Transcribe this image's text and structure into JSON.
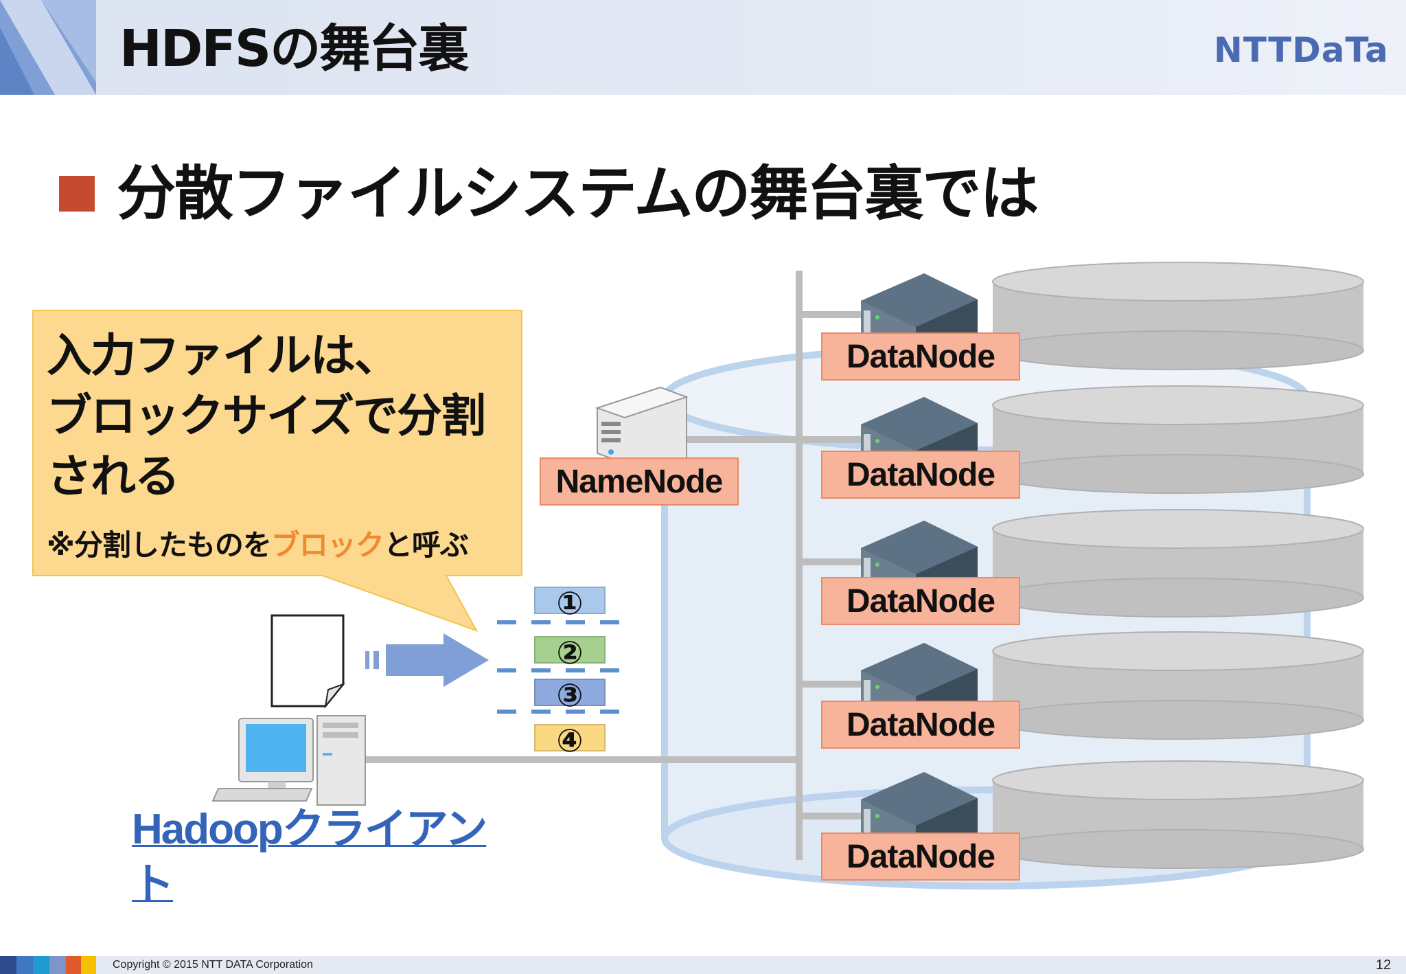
{
  "header": {
    "title": "HDFSの舞台裏",
    "logo_text": "NTTDaTa"
  },
  "heading": "分散ファイルシステムの舞台裏では",
  "callout": {
    "line1": "入力ファイルは、",
    "line2": "ブロックサイズで分割",
    "line3": "される",
    "note_prefix": "※分割したものを",
    "note_highlight": "ブロック",
    "note_suffix": "と呼ぶ"
  },
  "namenode_label": "NameNode",
  "datanodes": [
    "DataNode",
    "DataNode",
    "DataNode",
    "DataNode",
    "DataNode"
  ],
  "blocks": [
    {
      "label": "①",
      "color": "#a9c8ec"
    },
    {
      "label": "②",
      "color": "#a5d08f"
    },
    {
      "label": "③",
      "color": "#8ea9dd"
    },
    {
      "label": "④",
      "color": "#fbd982"
    }
  ],
  "client_label": "Hadoopクライアント",
  "footer": {
    "copyright": "Copyright © 2015 NTT DATA Corporation",
    "page_number": "12"
  },
  "colors": {
    "accent_red": "#c44a30",
    "node_fill": "#f8b49a",
    "callout_fill": "#fdd98f",
    "client_blue": "#3464b8",
    "highlight_orange": "#ef8a2d"
  }
}
